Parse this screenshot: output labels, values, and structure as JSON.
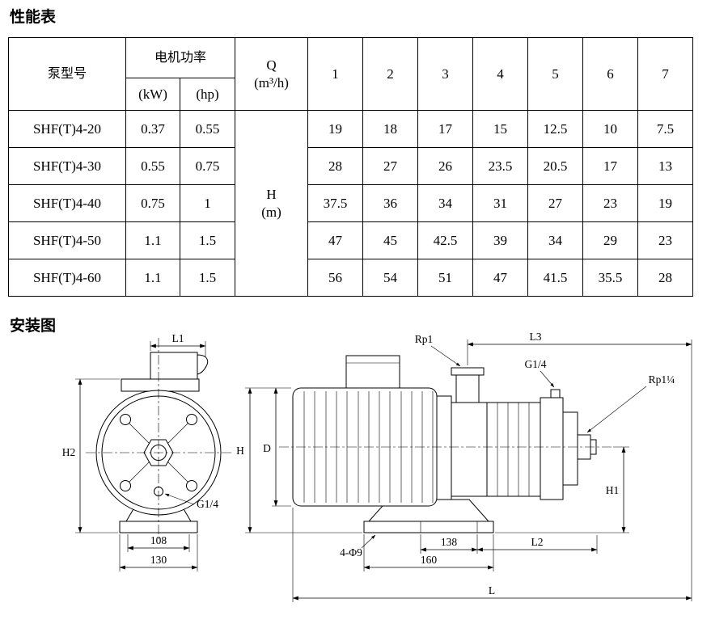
{
  "titles": {
    "performance": "性能表",
    "installation": "安装图"
  },
  "table": {
    "headers": {
      "model": "泵型号",
      "motor_power": "电机功率",
      "kw": "(kW)",
      "hp": "(hp)",
      "q": "Q",
      "q_unit": "(m³/h)",
      "h": "H",
      "h_unit": "(m)",
      "flow": [
        "1",
        "2",
        "3",
        "4",
        "5",
        "6",
        "7"
      ]
    },
    "rows": [
      {
        "model": "SHF(T)4-20",
        "kw": "0.37",
        "hp": "0.55",
        "values": [
          "19",
          "18",
          "17",
          "15",
          "12.5",
          "10",
          "7.5"
        ]
      },
      {
        "model": "SHF(T)4-30",
        "kw": "0.55",
        "hp": "0.75",
        "values": [
          "28",
          "27",
          "26",
          "23.5",
          "20.5",
          "17",
          "13"
        ]
      },
      {
        "model": "SHF(T)4-40",
        "kw": "0.75",
        "hp": "1",
        "values": [
          "37.5",
          "36",
          "34",
          "31",
          "27",
          "23",
          "19"
        ]
      },
      {
        "model": "SHF(T)4-50",
        "kw": "1.1",
        "hp": "1.5",
        "values": [
          "47",
          "45",
          "42.5",
          "39",
          "34",
          "29",
          "23"
        ]
      },
      {
        "model": "SHF(T)4-60",
        "kw": "1.1",
        "hp": "1.5",
        "values": [
          "56",
          "54",
          "51",
          "47",
          "41.5",
          "35.5",
          "28"
        ]
      }
    ]
  },
  "diagram": {
    "front": {
      "l1": "L1",
      "h2": "H2",
      "g14": "G1/4",
      "d108": "108",
      "d130": "130"
    },
    "side": {
      "rp1": "Rp1",
      "l3": "L3",
      "g14": "G1/4",
      "rp1_quarter": "Rp1¼",
      "h": "H",
      "d": "D",
      "h1": "H1",
      "holes": "4-Φ9",
      "d138": "138",
      "l2": "L2",
      "d160": "160",
      "l": "L"
    }
  }
}
